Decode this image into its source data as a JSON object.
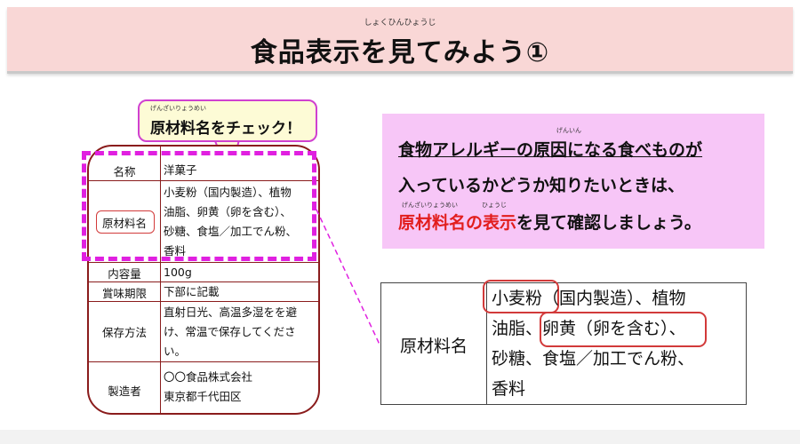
{
  "title": {
    "ruby": "しょくひんひょうじ",
    "text": "食品表示を見てみよう①"
  },
  "callout": {
    "ruby": "げんざいりょうめい",
    "text": "原材料名をチェック！"
  },
  "label": {
    "rows": [
      {
        "key": "名称",
        "lines": [
          "洋菓子"
        ]
      },
      {
        "key": "原材料名",
        "lines": [
          "小麦粉（国内製造）、植物",
          "油脂、卵黄（卵を含む）、",
          "砂糖、食塩／加工でん粉、",
          "香料"
        ]
      },
      {
        "key": "内容量",
        "lines": [
          "100g"
        ]
      },
      {
        "key": "賞味期限",
        "lines": [
          "下部に記載"
        ]
      },
      {
        "key": "保存方法",
        "lines": [
          "直射日光、高温多湿をを避",
          "け、常温で保存してくださ",
          "い。"
        ]
      },
      {
        "key": "製造者",
        "lines": [
          "〇〇食品株式会社",
          "東京都千代田区"
        ]
      }
    ]
  },
  "info": {
    "line1_a": "食物アレルギーの",
    "line1_b": "原因",
    "line1_c": "になる食べものが",
    "ruby_genin": "げんいん",
    "line2": "入っているかどうか知りたいときは、",
    "line3_a": "原材料名の表示",
    "line3_b": "を見て確認しましょう。",
    "ruby_genzairyoumei": "げんざいりょうめい",
    "ruby_hyouji": "ひょうじ"
  },
  "zoom": {
    "key": "原材料名",
    "line1_a": "小麦粉",
    "line1_b": "（国内製造）、植物",
    "line2_a": "油脂、",
    "line2_b": "卵黄（卵を含む）",
    "line2_c": "、",
    "line3": "砂糖、食塩／加工でん粉、",
    "line4": "香料"
  },
  "colors": {
    "title_band": "#f9d7d6",
    "info_bg": "#f7c6f7",
    "accent_red": "#e21d1d",
    "dashed_magenta": "#e020e0",
    "label_border": "#8a1c1c"
  }
}
